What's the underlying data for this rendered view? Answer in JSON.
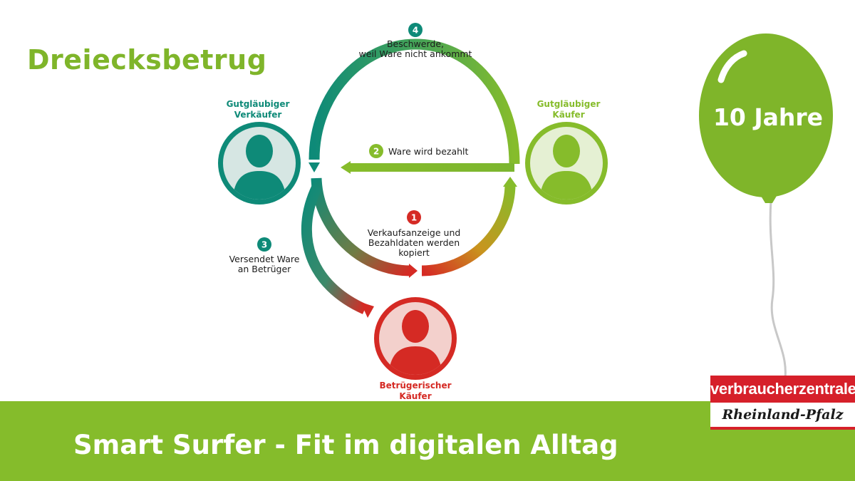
{
  "title": "Dreiecksbetrug",
  "actors": {
    "seller": {
      "line1": "Gutgläubiger",
      "line2": "Verkäufer"
    },
    "buyer": {
      "line1": "Gutgläubiger",
      "line2": "Käufer"
    },
    "fraud": {
      "line1": "Betrügerischer",
      "line2": "Käufer"
    }
  },
  "steps": [
    {
      "number": "1",
      "lines": [
        "Verkaufsanzeige und",
        "Bezahldaten werden",
        "kopiert"
      ]
    },
    {
      "number": "2",
      "lines": [
        "Ware wird bezahlt"
      ]
    },
    {
      "number": "3",
      "lines": [
        "Versendet Ware",
        "an Betrüger"
      ]
    },
    {
      "number": "4",
      "lines": [
        "Beschwerde,",
        "weil Ware nicht ankommt"
      ]
    }
  ],
  "balloon": {
    "text": "10 Jahre"
  },
  "footer": {
    "text": "Smart Surfer - Fit im digitalen Alltag"
  },
  "logo": {
    "top": "verbraucherzentrale",
    "bottom": "Rheinland-Pfalz"
  },
  "colors": {
    "teal": "#0e8a78",
    "green": "#86bc2b",
    "red": "#d52a24",
    "accent_green": "#7fb52a"
  }
}
